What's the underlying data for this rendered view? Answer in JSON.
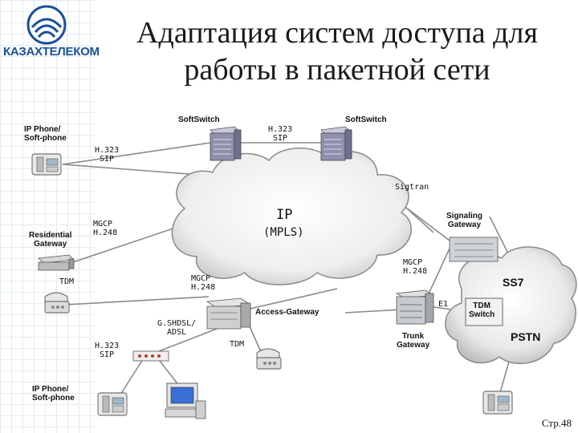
{
  "logo": {
    "text": "КАЗАХТЕЛЕКОМ"
  },
  "title": {
    "line1": "Адаптация систем доступа для",
    "line2": "работы в пакетной сети"
  },
  "labels": {
    "softswitch_left": "SoftSwitch",
    "softswitch_right": "SoftSwitch",
    "h323_sip_top": "H.323\nSIP",
    "ip_phone_top": "IP Phone/\nSoft-phone",
    "h323_sip_left": "H.323\nSIP",
    "sigtran": "Sigtran",
    "signaling_gateway": "Signaling\nGateway",
    "ip": "IP",
    "mpls": "(MPLS)",
    "mgcp_h248_left": "MGCP\nH.248",
    "residential_gateway": "Residential\nGateway",
    "mgcp_h248_right": "MGCP\nH.248",
    "tdm_left": "TDM",
    "mgcp_h248_center": "MGCP\nH.248",
    "ss7": "SS7",
    "e1": "E1",
    "access_gateway": "Access-Gateway",
    "tdm_switch": "TDM\nSwitch",
    "gshdsl_adsl": "G.SHDSL/\nADSL",
    "tdm_center": "TDM",
    "trunk_gateway": "Trunk\nGateway",
    "pstn": "PSTN",
    "h323_sip_bottom": "H.323\nSIP",
    "ip_phone_bottom": "IP Phone/\nSoft-phone"
  },
  "page_number": "Стр.48"
}
